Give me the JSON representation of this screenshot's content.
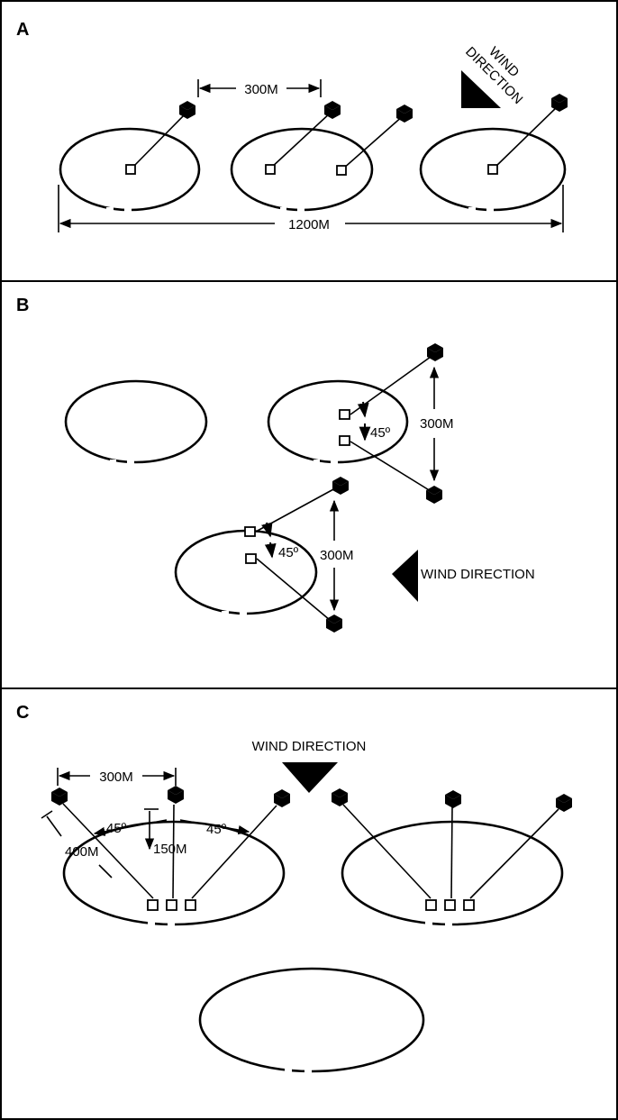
{
  "panels": [
    {
      "label": "A",
      "dim_300": "300M",
      "dim_1200": "1200M",
      "wind_line1": "WIND",
      "wind_line2": "DIRECTION"
    },
    {
      "label": "B",
      "dim_300_upper": "300M",
      "dim_300_lower": "300M",
      "angle_upper": "45º",
      "angle_lower": "45º",
      "wind": "WIND DIRECTION"
    },
    {
      "label": "C",
      "wind": "WIND DIRECTION",
      "dim_300": "300M",
      "dim_400": "400M",
      "dim_150": "150M",
      "angle_left": "45º",
      "angle_right": "45º"
    }
  ],
  "colors": {
    "ink": "#000000",
    "background": "#ffffff"
  },
  "icons": [
    "cube-icon",
    "square-marker-icon",
    "wind-triangle-icon"
  ]
}
